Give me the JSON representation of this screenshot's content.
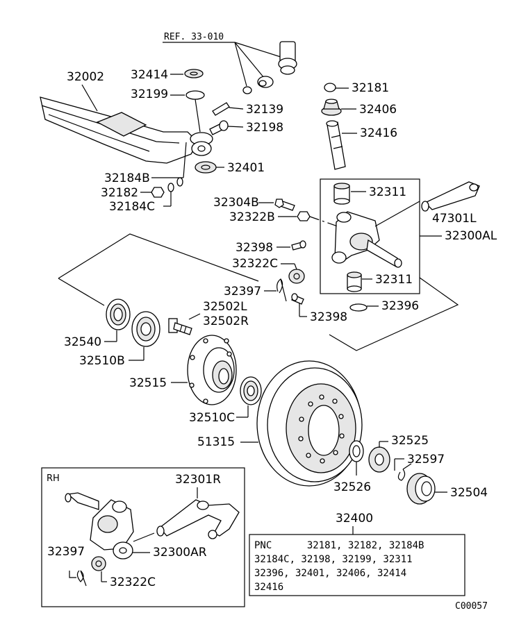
{
  "diagram_code": "C00057",
  "reference": "REF. 33-010",
  "labels": {
    "p32002": "32002",
    "p32414": "32414",
    "p32199": "32199",
    "p32139": "32139",
    "p32198": "32198",
    "p32401": "32401",
    "p32184B": "32184B",
    "p32182": "32182",
    "p32184C": "32184C",
    "p32181": "32181",
    "p32406": "32406",
    "p32416": "32416",
    "p32311a": "32311",
    "p47301L": "47301L",
    "p32304B": "32304B",
    "p32322B": "32322B",
    "p32300AL": "32300AL",
    "p32398a": "32398",
    "p32322Ca": "32322C",
    "p32311b": "32311",
    "p32397a": "32397",
    "p32396": "32396",
    "p32398b": "32398",
    "p32502L": "32502L",
    "p32502R": "32502R",
    "p32540": "32540",
    "p32510B": "32510B",
    "p32515": "32515",
    "p32510C": "32510C",
    "p51315": "51315",
    "p32525": "32525",
    "p32597": "32597",
    "p32526": "32526",
    "p32504": "32504",
    "p32400": "32400"
  },
  "rh_inset": {
    "title": "RH",
    "p32301R": "32301R",
    "p32397": "32397",
    "p32300AR": "32300AR",
    "p32322C": "32322C"
  },
  "pnc_box": {
    "lines": [
      "PNC      32181, 32182, 32184B",
      "32184C, 32198, 32199, 32311",
      "32396, 32401, 32406, 32414",
      "32416"
    ]
  }
}
